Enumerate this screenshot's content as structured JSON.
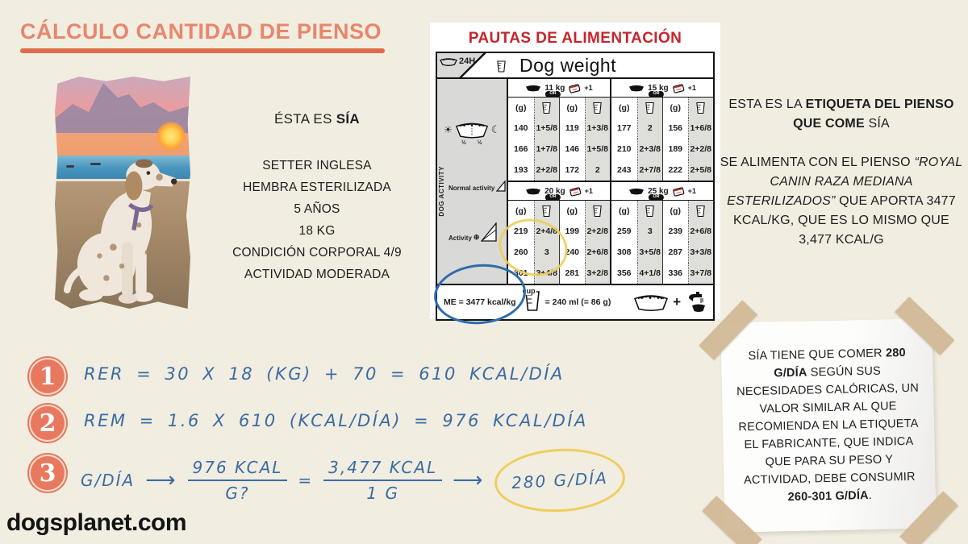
{
  "page": {
    "title": "CÁLCULO CANTIDAD DE PIENSO",
    "logo": "dogsplanet.com",
    "colors": {
      "background": "#F1EDE1",
      "title": "#E8866B",
      "ink_blue": "#3A6BA3",
      "highlight_yellow": "#F0CD5B",
      "circle_blue": "#2E6CAC",
      "badge_coral": "#E8795E",
      "table_red": "#C5252B"
    }
  },
  "dog_profile": {
    "intro_prefix": "ÉSTA ES ",
    "intro_name": "SÍA",
    "traits": [
      "SETTER INGLESA",
      "HEMBRA ESTERILIZADA",
      "5 AÑOS",
      "18 KG",
      "CONDICIÓN CORPORAL 4/9",
      "ACTIVIDAD MODERADA"
    ]
  },
  "feeding_table": {
    "title": "PAUTAS DE ALIMENTACIÓN",
    "corner_badge": "24H",
    "header": "Dog weight",
    "side_label": "DOG ACTIVITY",
    "bowl_halves": "½ ½",
    "or_label": "OR",
    "plus_one": "+1",
    "gram_header": "(g)",
    "sections": [
      {
        "activity_label": "Normal activity",
        "groups": [
          {
            "weight": "11 kg",
            "rows": [
              [
                "140",
                "1+5/8",
                "119",
                "1+3/8"
              ],
              [
                "166",
                "1+7/8",
                "146",
                "1+5/8"
              ],
              [
                "193",
                "2+2/8",
                "172",
                "2"
              ]
            ]
          },
          {
            "weight": "15 kg",
            "rows": [
              [
                "177",
                "2",
                "156",
                "1+6/8"
              ],
              [
                "210",
                "2+3/8",
                "189",
                "2+2/8"
              ],
              [
                "243",
                "2+7/8",
                "222",
                "2+5/8"
              ]
            ]
          }
        ]
      },
      {
        "activity_label": "Activity",
        "groups": [
          {
            "weight": "20 kg",
            "rows": [
              [
                "219",
                "2+4/8",
                "199",
                "2+2/8"
              ],
              [
                "260",
                "3",
                "240",
                "2+6/8"
              ],
              [
                "301",
                "3+4/8",
                "281",
                "3+2/8"
              ]
            ]
          },
          {
            "weight": "25 kg",
            "rows": [
              [
                "259",
                "3",
                "239",
                "2+6/8"
              ],
              [
                "308",
                "3+5/8",
                "287",
                "3+3/8"
              ],
              [
                "356",
                "4+1/8",
                "336",
                "3+7/8"
              ]
            ]
          }
        ]
      }
    ],
    "footer": {
      "me_value": "ME = 3477 kcal/kg",
      "cup_word": "cup",
      "cup_equation": "= 240 ml (= 86 g)",
      "plus_sign": "+"
    }
  },
  "label_info": {
    "p1_prefix": "ESTA ES LA ",
    "p1_bold": "ETIQUETA DEL PIENSO QUE COME",
    "p1_suffix": " SÍA",
    "p2_prefix": "SE ALIMENTA CON EL PIENSO ",
    "p2_italic": "“ROYAL CANIN RAZA MEDIANA ESTERILIZADOS”",
    "p2_suffix": " QUE APORTA 3477 KCAL/KG, QUE ES LO MISMO QUE 3,477 KCAL/G"
  },
  "formulas": {
    "step1": {
      "num": "1",
      "text": "RER = 30 X 18 (KG) + 70 = 610 KCAL/DÍA"
    },
    "step2": {
      "num": "2",
      "text": "REM = 1.6 X 610 (KCAL/DÍA) = 976 KCAL/DÍA"
    },
    "step3": {
      "num": "3",
      "label": "G/DÍA",
      "arrow": "⟶",
      "frac1_num": "976 KCAL",
      "frac1_den": "G?",
      "equals": "=",
      "frac2_num": "3,477 KCAL",
      "frac2_den": "1 G",
      "result": "280 G/DÍA"
    }
  },
  "note": {
    "s1": "SÍA TIENE QUE COMER ",
    "b1": "280 G/DÍA",
    "s2": " SEGÚN SUS NECESIDADES CALÓRICAS, UN VALOR SIMILAR AL QUE RECOMIENDA EN LA ETIQUETA EL FABRICANTE, QUE INDICA QUE PARA SU PESO Y ACTIVIDAD, DEBE CONSUMIR ",
    "b2": "260-301 G/DÍA",
    "s3": "."
  }
}
